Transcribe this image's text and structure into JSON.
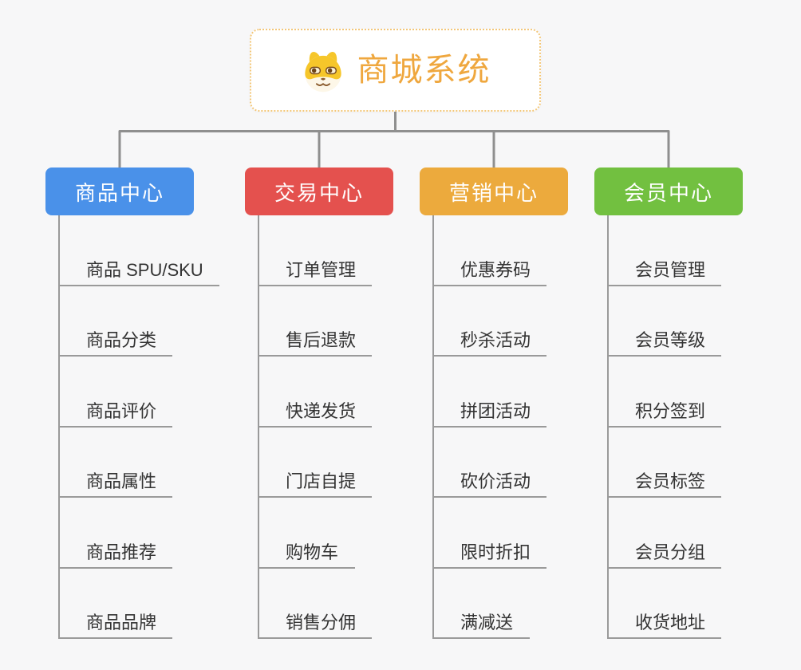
{
  "page": {
    "background": "#f7f7f8",
    "connector_color": "#8f8f8f",
    "line_color": "#9a9a9a"
  },
  "root": {
    "title": "商城系统",
    "title_color": "#efa73e",
    "border_color": "#f3c779",
    "icon": "shiba-dog-icon",
    "icon_colors": {
      "fur_yellow": "#f6c62a",
      "face_cream": "#fdf7e8",
      "detail_brown": "#8a5a2b"
    }
  },
  "branches": [
    {
      "label": "商品中心",
      "color": "#4a91e9",
      "children": [
        "商品 SPU/SKU",
        "商品分类",
        "商品评价",
        "商品属性",
        "商品推荐",
        "商品品牌"
      ]
    },
    {
      "label": "交易中心",
      "color": "#e4514e",
      "children": [
        "订单管理",
        "售后退款",
        "快递发货",
        "门店自提",
        "购物车",
        "销售分佣"
      ]
    },
    {
      "label": "营销中心",
      "color": "#ecaa3d",
      "children": [
        "优惠券码",
        "秒杀活动",
        "拼团活动",
        "砍价活动",
        "限时折扣",
        "满减送"
      ]
    },
    {
      "label": "会员中心",
      "color": "#72c040",
      "children": [
        "会员管理",
        "会员等级",
        "积分签到",
        "会员标签",
        "会员分组",
        "收货地址"
      ]
    }
  ]
}
